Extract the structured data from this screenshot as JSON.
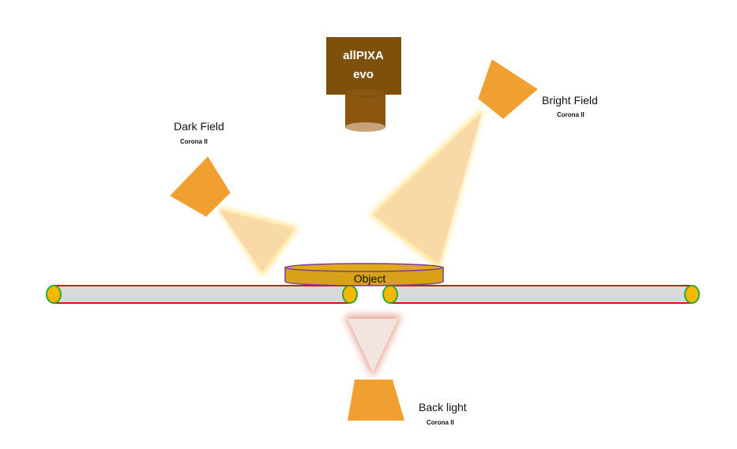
{
  "camera": {
    "line1": "allPIXA",
    "line2": "evo"
  },
  "lights": {
    "dark_field": {
      "name": "Dark Field",
      "model": "Corona II"
    },
    "bright_field": {
      "name": "Bright Field",
      "model": "Corona II"
    },
    "back_light": {
      "name": "Back light",
      "model": "Corona II"
    }
  },
  "object": {
    "label": "Object"
  },
  "colors": {
    "light_body": "#F0A030",
    "camera_body": "#7F4F0C",
    "camera_lens": "#8B560F",
    "beam": "#F9D9A8",
    "beam_glow": "#FFE28A",
    "backlight_beam": "#F2E4DE",
    "backlight_glow": "#E59A88",
    "conveyor": "#D9D9D9",
    "conveyor_edge": "#E01010",
    "roller": "#F5B800",
    "roller_edge": "#2EAA2E",
    "object_fill": "#E0A91A",
    "object_edge": "#7A3F90"
  }
}
